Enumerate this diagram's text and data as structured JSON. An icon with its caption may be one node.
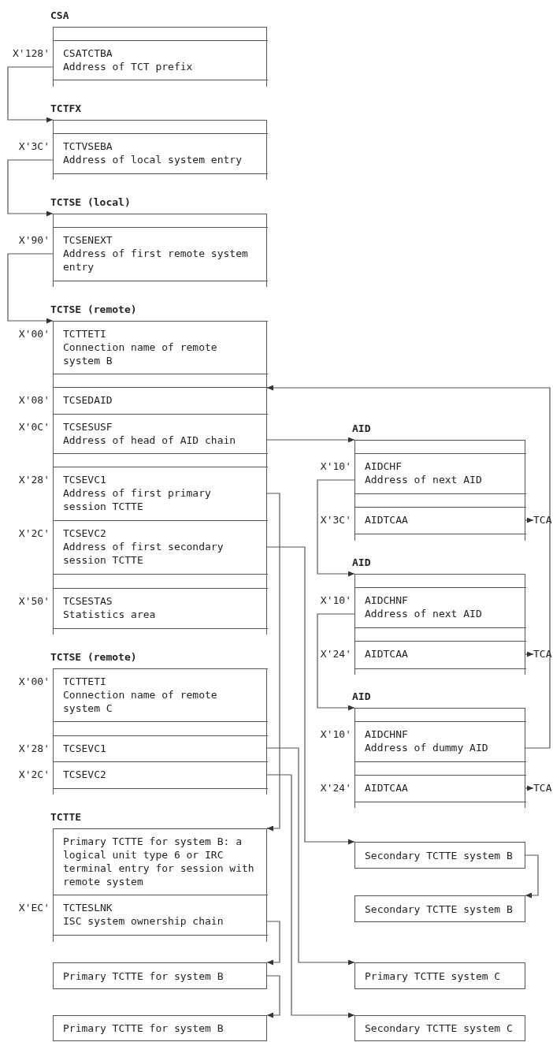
{
  "diagram": {
    "nodes": [
      {
        "text": [
          "CSA"
        ]
      },
      {
        "text": [
          "CSATCTBA",
          "Address of TCT prefix"
        ],
        "in": 0,
        "beside": [
          "X'128'"
        ]
      },
      {
        "text": [
          "TCTFX"
        ]
      },
      {
        "text": [
          "TCTVSEBA",
          "Address of local system entry"
        ],
        "in": 2,
        "beside": [
          "X'3C'"
        ]
      },
      {
        "text": [
          "TCTSE (local)"
        ]
      },
      {
        "text": [
          "TCSENEXT",
          "Address of first remote system entry"
        ],
        "in": 4,
        "beside": [
          "X'90'"
        ]
      },
      {
        "text": [
          "TCTSE (remote)"
        ]
      },
      {
        "text": [
          "TCTTETI",
          "Connection name of remote system B"
        ],
        "in": 6,
        "beside": [
          "X'00'"
        ]
      },
      {
        "text": [
          "TCSEDAID"
        ],
        "in": 6,
        "beside": [
          "X'08'"
        ]
      },
      {
        "text": [
          "TCSESUSF",
          "Address of head of AID chain"
        ],
        "in": 6,
        "beside": [
          "X'0C'"
        ]
      },
      {
        "text": [
          "TCSEVC1",
          "Address of first primary session TCTTE"
        ],
        "in": 6,
        "beside": [
          "X'28'"
        ]
      },
      {
        "text": [
          "TCSEVC2",
          "Address of first secondary session TCTTE"
        ],
        "in": 6,
        "beside": [
          "X'2C'"
        ]
      },
      {
        "text": [
          "TCSESTAS",
          "Statistics area"
        ],
        "in": 6,
        "beside": [
          "X'50'"
        ]
      },
      {
        "text": [
          "AID"
        ]
      },
      {
        "text": [
          "AIDCHF",
          "Address of next AID"
        ],
        "in": 13,
        "beside": [
          "X'10'"
        ]
      },
      {
        "text": [
          "AIDTCAA"
        ],
        "in": 13,
        "beside": [
          "X'3C'"
        ]
      },
      {
        "text": [
          "TCA"
        ]
      },
      {
        "text": [
          "AID"
        ]
      },
      {
        "text": [
          "AIDCHNF",
          "Address of next AID"
        ],
        "in": 17,
        "beside": [
          "X'10'"
        ]
      },
      {
        "text": [
          "AIDTCAA"
        ],
        "in": 17,
        "beside": [
          "X'24'"
        ]
      },
      {
        "text": [
          "TCA"
        ]
      },
      {
        "text": [
          "AID"
        ]
      },
      {
        "text": [
          "AIDCHNF",
          "Address of dummy AID"
        ],
        "in": 21,
        "beside": [
          "X'10'"
        ]
      },
      {
        "text": [
          "AIDTCAA"
        ],
        "in": 21,
        "beside": [
          "X'24'"
        ]
      },
      {
        "text": [
          "TCA"
        ]
      },
      {
        "text": [
          "TCTSE (remote)"
        ]
      },
      {
        "text": [
          "TCTTETI",
          "Connection name of remote system C"
        ],
        "in": 25,
        "beside": [
          "X'00'"
        ]
      },
      {
        "text": [
          "TCSEVC1"
        ],
        "in": 25,
        "beside": [
          "X'28'"
        ]
      },
      {
        "text": [
          "TCSEVC2"
        ],
        "in": 25,
        "beside": [
          "X'2C'"
        ]
      },
      {
        "text": [
          "TCTTE"
        ]
      },
      {
        "text": [
          "Primary TCTTE for system B: a logical unit type 6 or IRC terminal entry for session with remote system"
        ],
        "in": 29
      },
      {
        "text": [
          "TCTESLNK",
          "ISC system ownership chain"
        ],
        "in": 29,
        "beside": [
          "X'EC'"
        ]
      },
      {
        "text": [
          "Secondary TCTTE system B"
        ]
      },
      {
        "text": [
          "Secondary TCTTE system B"
        ]
      },
      {
        "text": [
          "Primary TCTTE for system B"
        ]
      },
      {
        "text": [
          "Primary TCTTE system C"
        ]
      },
      {
        "text": [
          "Primary TCTTE for system B"
        ]
      },
      {
        "text": [
          "Secondary TCTTE system C"
        ]
      }
    ],
    "edges": [
      {
        "from": 1,
        "to": 2,
        "arrow": "to"
      },
      {
        "from": 3,
        "to": 4,
        "arrow": "to"
      },
      {
        "from": 5,
        "to": 6,
        "arrow": "to"
      },
      {
        "from": 9,
        "to": 13,
        "arrow": "to"
      },
      {
        "from": 14,
        "to": 17,
        "arrow": "to"
      },
      {
        "from": 15,
        "to": 16,
        "arrow": "to"
      },
      {
        "from": 18,
        "to": 21,
        "arrow": "to"
      },
      {
        "from": 19,
        "to": 20,
        "arrow": "to"
      },
      {
        "from": 22,
        "to": 8,
        "arrow": "to"
      },
      {
        "from": 23,
        "to": 24,
        "arrow": "to"
      },
      {
        "from": 10,
        "to": 29,
        "arrow": "to"
      },
      {
        "from": 11,
        "to": 32,
        "arrow": "to"
      },
      {
        "from": 27,
        "to": 35,
        "arrow": "to"
      },
      {
        "from": 28,
        "to": 37,
        "arrow": "to"
      },
      {
        "from": 31,
        "to": 34,
        "arrow": "to"
      },
      {
        "from": 34,
        "to": 36,
        "arrow": "to"
      },
      {
        "from": 32,
        "to": 33,
        "arrow": "to"
      }
    ]
  }
}
